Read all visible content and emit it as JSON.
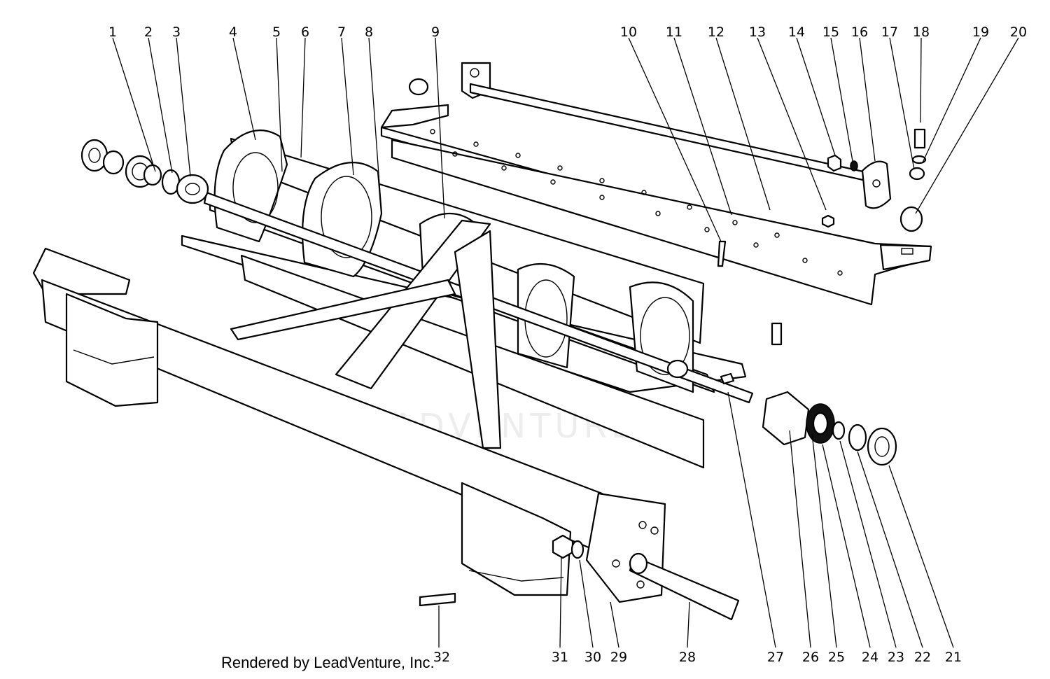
{
  "diagram": {
    "callouts": [
      "1",
      "2",
      "3",
      "4",
      "5",
      "6",
      "7",
      "8",
      "9",
      "10",
      "11",
      "12",
      "13",
      "14",
      "15",
      "16",
      "17",
      "18",
      "19",
      "20",
      "21",
      "22",
      "23",
      "24",
      "25",
      "26",
      "27",
      "28",
      "29",
      "30",
      "31",
      "32"
    ],
    "watermark": "LEADVENTURE",
    "credit": "Rendered by LeadVenture, Inc."
  }
}
